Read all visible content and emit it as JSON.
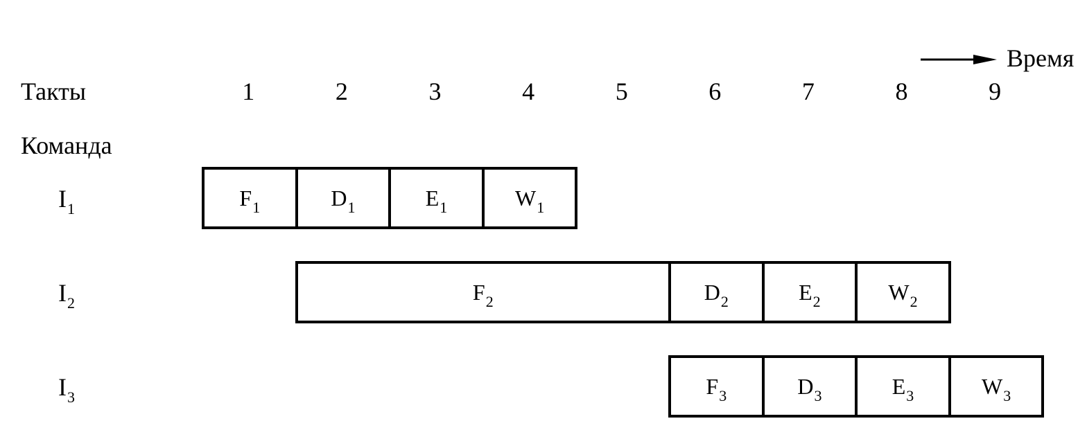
{
  "header": {
    "time_label": "Время",
    "cycles_label": "Такты",
    "command_label": "Команда"
  },
  "ticks": [
    "1",
    "2",
    "3",
    "4",
    "5",
    "6",
    "7",
    "8",
    "9"
  ],
  "instructions": [
    {
      "letter": "I",
      "index": "1",
      "stages": [
        {
          "letter": "F",
          "index": "1",
          "start": 1,
          "span": 1
        },
        {
          "letter": "D",
          "index": "1",
          "start": 2,
          "span": 1
        },
        {
          "letter": "E",
          "index": "1",
          "start": 3,
          "span": 1
        },
        {
          "letter": "W",
          "index": "1",
          "start": 4,
          "span": 1
        }
      ]
    },
    {
      "letter": "I",
      "index": "2",
      "stages": [
        {
          "letter": "F",
          "index": "2",
          "start": 2,
          "span": 4
        },
        {
          "letter": "D",
          "index": "2",
          "start": 6,
          "span": 1
        },
        {
          "letter": "E",
          "index": "2",
          "start": 7,
          "span": 1
        },
        {
          "letter": "W",
          "index": "2",
          "start": 8,
          "span": 1
        }
      ]
    },
    {
      "letter": "I",
      "index": "3",
      "stages": [
        {
          "letter": "F",
          "index": "3",
          "start": 6,
          "span": 1
        },
        {
          "letter": "D",
          "index": "3",
          "start": 7,
          "span": 1
        },
        {
          "letter": "E",
          "index": "3",
          "start": 8,
          "span": 1
        },
        {
          "letter": "W",
          "index": "3",
          "start": 9,
          "span": 1
        }
      ]
    }
  ]
}
